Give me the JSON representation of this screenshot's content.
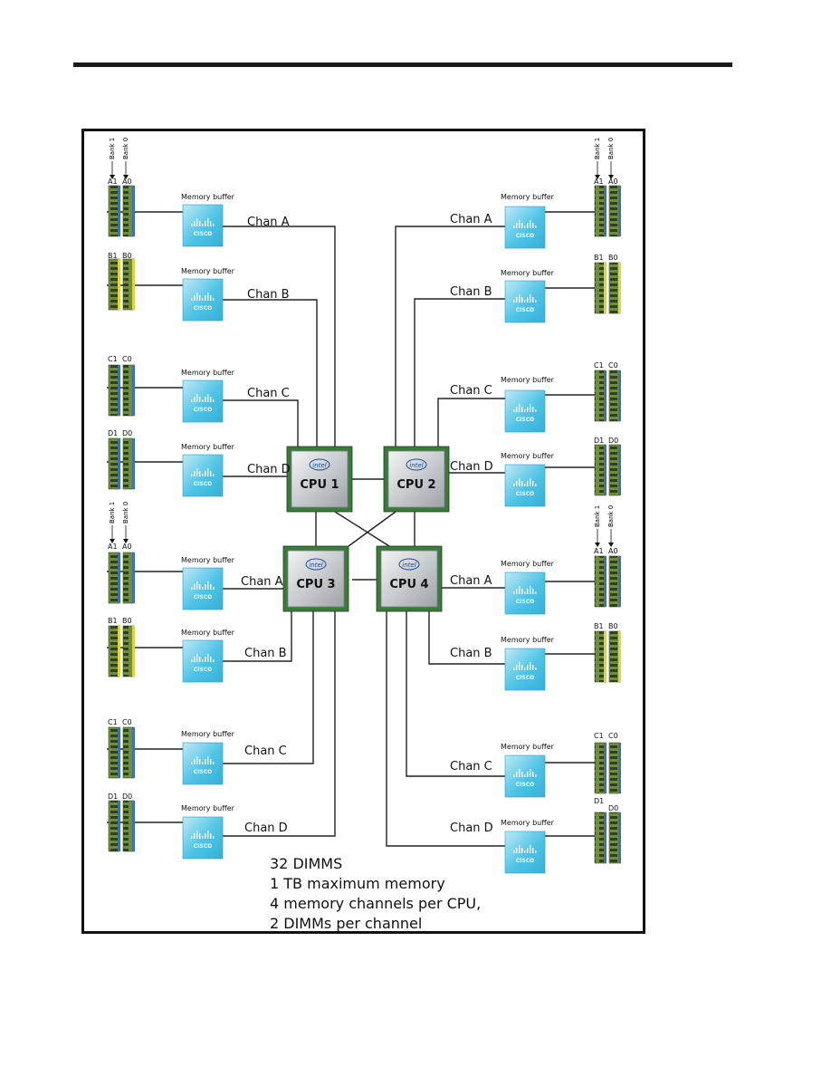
{
  "memory_buffer_label": "Memory buffer",
  "buffer_logo_text": "CISCO",
  "cpu_brand": "intel",
  "cpus": [
    "CPU 1",
    "CPU 2",
    "CPU 3",
    "CPU 4"
  ],
  "channels": {
    "a": "Chan A",
    "b": "Chan B",
    "c": "Chan C",
    "d": "Chan D"
  },
  "slots": {
    "a1": "A1",
    "a0": "A0",
    "b1": "B1",
    "b0": "B0",
    "c1": "C1",
    "c0": "C0",
    "d1": "D1",
    "d0": "D0"
  },
  "banks": {
    "bank1": "Bank 1",
    "bank0": "Bank 0"
  },
  "notes": [
    "32 DIMMS",
    "1 TB maximum memory",
    "4 memory channels per CPU,",
    "2 DIMMs per channel"
  ],
  "colors": {
    "dimm_green": "#7a9a4a",
    "dimm_blue": "#3f6fb5",
    "dimm_yellow": "#e3d23c",
    "buffer_cyan": "#4ec3e6",
    "cpu_silver": "#c9ccd0"
  }
}
